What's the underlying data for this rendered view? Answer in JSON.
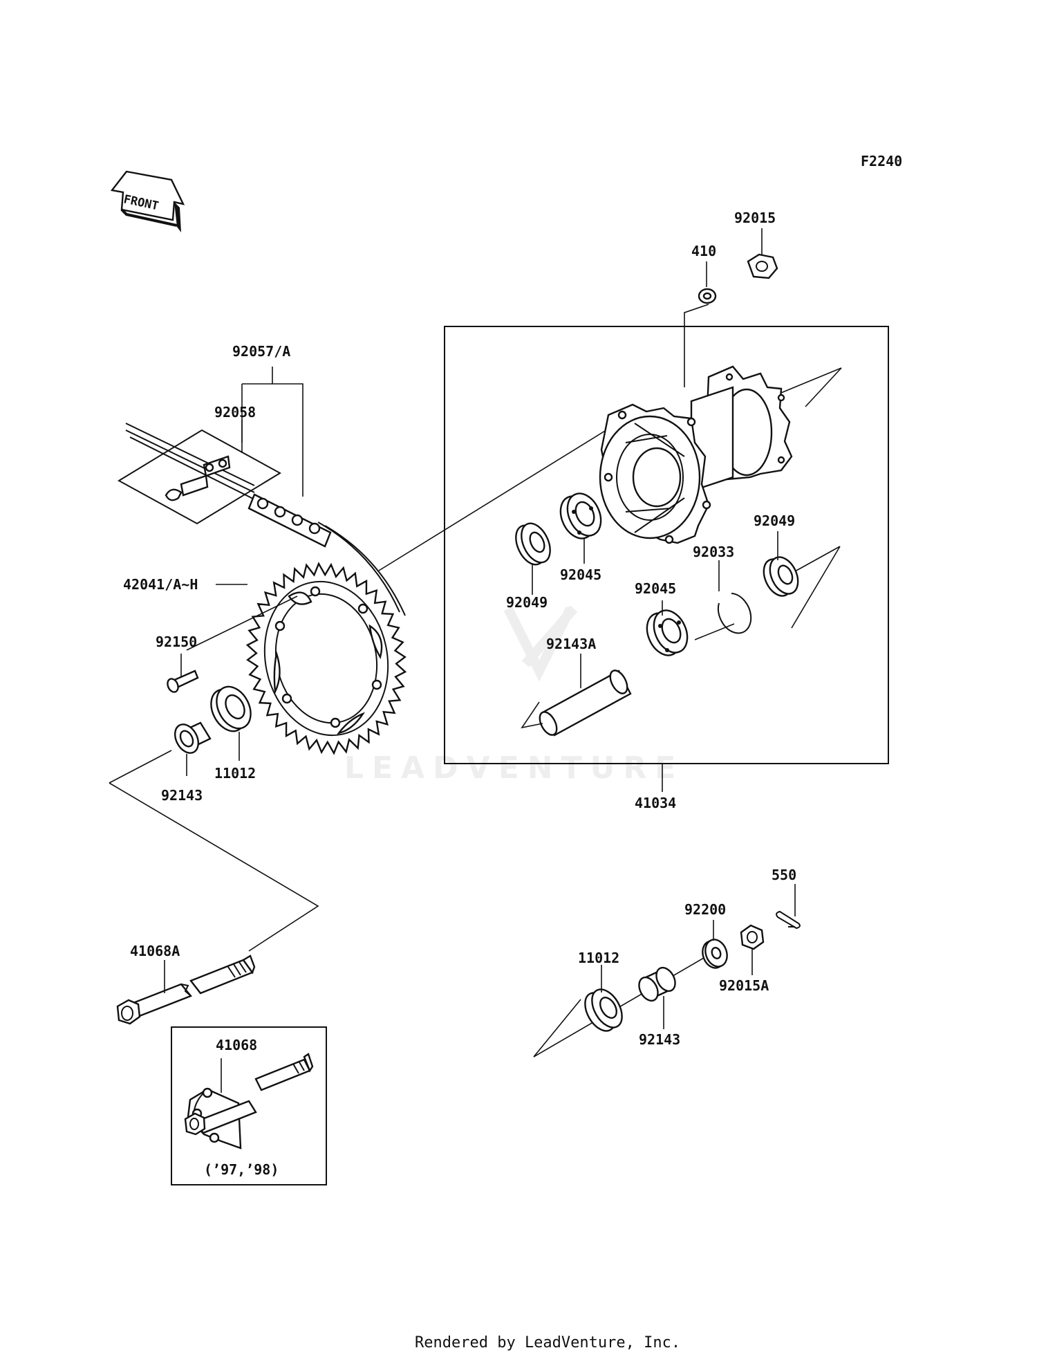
{
  "diagram": {
    "figure_code": "F2240",
    "direction_sign": "FRONT",
    "year_note": "(’97,’98)",
    "footer": "Rendered by LeadVenture, Inc.",
    "watermark": "LEADVENTURE"
  },
  "callouts": [
    {
      "id": "c-92015",
      "text": "92015"
    },
    {
      "id": "c-410",
      "text": "410"
    },
    {
      "id": "c-92057a",
      "text": "92057/A"
    },
    {
      "id": "c-92058",
      "text": "92058"
    },
    {
      "id": "c-42041",
      "text": "42041/A~H"
    },
    {
      "id": "c-92150",
      "text": "92150"
    },
    {
      "id": "c-11012a",
      "text": "11012"
    },
    {
      "id": "c-92143a",
      "text": "92143"
    },
    {
      "id": "c-92049a",
      "text": "92049"
    },
    {
      "id": "c-92045a",
      "text": "92045"
    },
    {
      "id": "c-92049b",
      "text": "92049"
    },
    {
      "id": "c-92033",
      "text": "92033"
    },
    {
      "id": "c-92045b",
      "text": "92045"
    },
    {
      "id": "c-92143A",
      "text": "92143A"
    },
    {
      "id": "c-41034",
      "text": "41034"
    },
    {
      "id": "c-550",
      "text": "550"
    },
    {
      "id": "c-92200",
      "text": "92200"
    },
    {
      "id": "c-11012b",
      "text": "11012"
    },
    {
      "id": "c-92015A",
      "text": "92015A"
    },
    {
      "id": "c-92143b",
      "text": "92143"
    },
    {
      "id": "c-41068A",
      "text": "41068A"
    },
    {
      "id": "c-41068",
      "text": "41068"
    }
  ]
}
